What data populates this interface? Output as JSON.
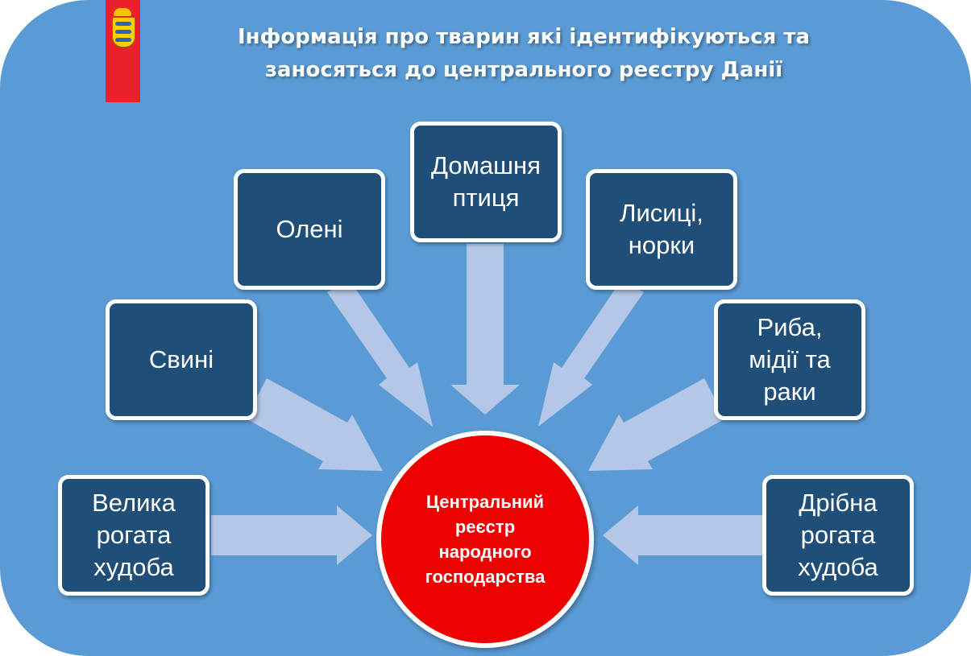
{
  "title": {
    "line1": "Інформація про тварин які ідентифікуються та",
    "line2": "заносяться до центрального реєстру Данії"
  },
  "colors": {
    "background": "#5b9bd5",
    "box_fill": "#1f4e79",
    "arrow": "#b4c7e7",
    "center_fill": "#ec0000",
    "flag": "#e8212b"
  },
  "logo": {
    "icon": "danish-coat-of-arms-flag"
  },
  "center": {
    "label": "Центральний\nреєстр\nнародного\nгосподарства"
  },
  "boxes": [
    {
      "id": "cattle",
      "label": "Велика\nрогата\nхудоба"
    },
    {
      "id": "pigs",
      "label": "Свині"
    },
    {
      "id": "deer",
      "label": "Олені"
    },
    {
      "id": "poultry",
      "label": "Домашня\nптиця"
    },
    {
      "id": "fur",
      "label": "Лисиці,\nнорки"
    },
    {
      "id": "fish",
      "label": "Риба,\nмідії та\nраки"
    },
    {
      "id": "small-ruminants",
      "label": "Дрібна\nрогата\nхудоба"
    }
  ]
}
